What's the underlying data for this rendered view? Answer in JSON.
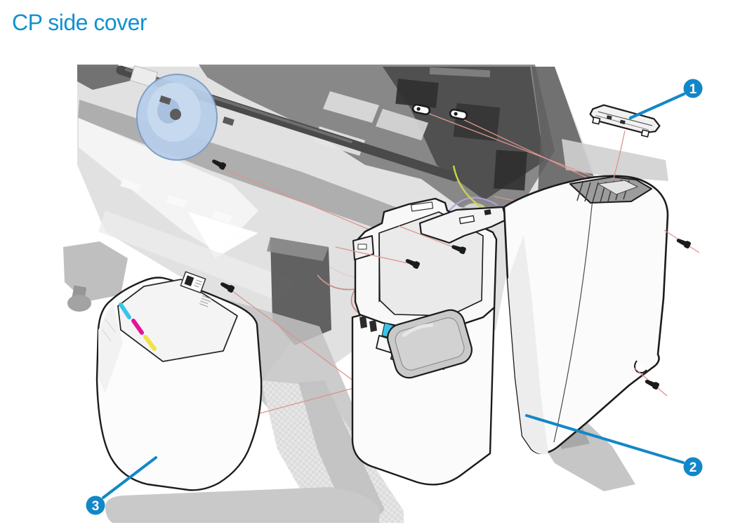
{
  "page": {
    "title": "CP side cover"
  },
  "figure": {
    "callouts": [
      {
        "number": "1"
      },
      {
        "number": "2"
      },
      {
        "number": "3"
      }
    ],
    "colors": {
      "accent_blue": "#1287c8",
      "leader_red": "#dc958e",
      "outline_black": "#1c1c1c",
      "ink_cyan": "#38c5e9",
      "ink_magenta": "#e3149a",
      "ink_yellow": "#f1e145",
      "spindle_hub_blue": "#b7cee9",
      "cover_white": "#fbfbfb",
      "machine_gray": "#c9c9c9"
    }
  }
}
